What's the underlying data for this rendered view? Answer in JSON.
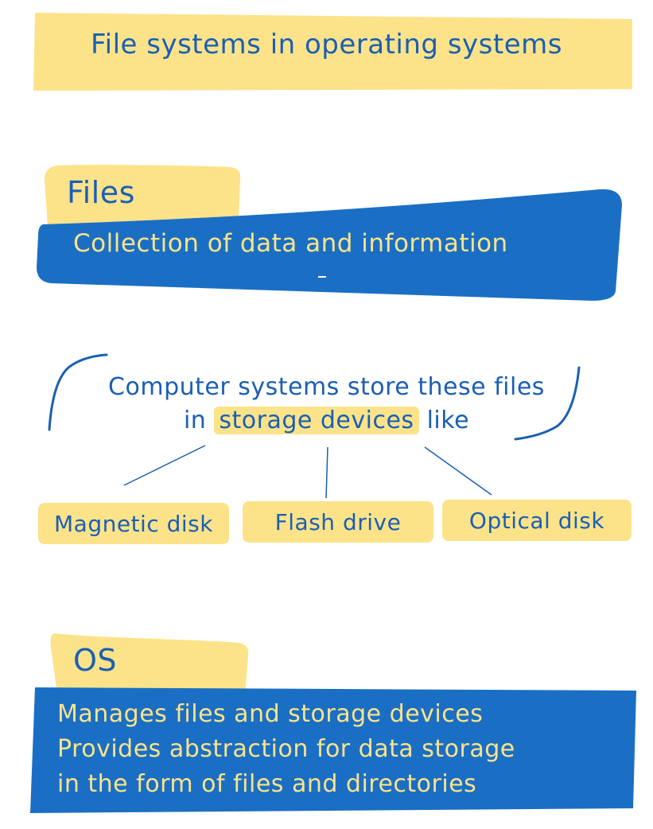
{
  "title": "File systems in operating systems",
  "files_section": {
    "heading": "Files",
    "description": "Collection of data and information"
  },
  "storage": {
    "line1": "Computer systems store these files",
    "line2_prefix": "in",
    "line2_highlight": "storage devices",
    "line2_suffix": "like",
    "devices": [
      "Magnetic disk",
      "Flash drive",
      "Optical disk"
    ]
  },
  "os_section": {
    "heading": "OS",
    "lines": [
      "Manages files and storage devices",
      "Provides abstraction for data storage",
      "in the form of files and directories"
    ]
  },
  "colors": {
    "yellow": "#fce38a",
    "blue": "#1a6fc4",
    "ink": "#1a5fb4"
  }
}
